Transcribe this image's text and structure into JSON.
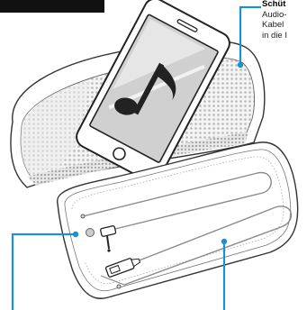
{
  "callout_top_right": {
    "title": "Schüt",
    "lines": [
      "Audio-",
      "Kabel",
      "in die I"
    ]
  },
  "colors": {
    "accent": "#1e8fd1",
    "outline": "#333333",
    "cable": "#9a9a9a",
    "phone_fill": "#ffffff",
    "phone_screen": "#cfcfcf"
  },
  "icons": [
    "music-note-icon",
    "phone-icon",
    "usb-plug-icon",
    "audio-jack-icon"
  ]
}
